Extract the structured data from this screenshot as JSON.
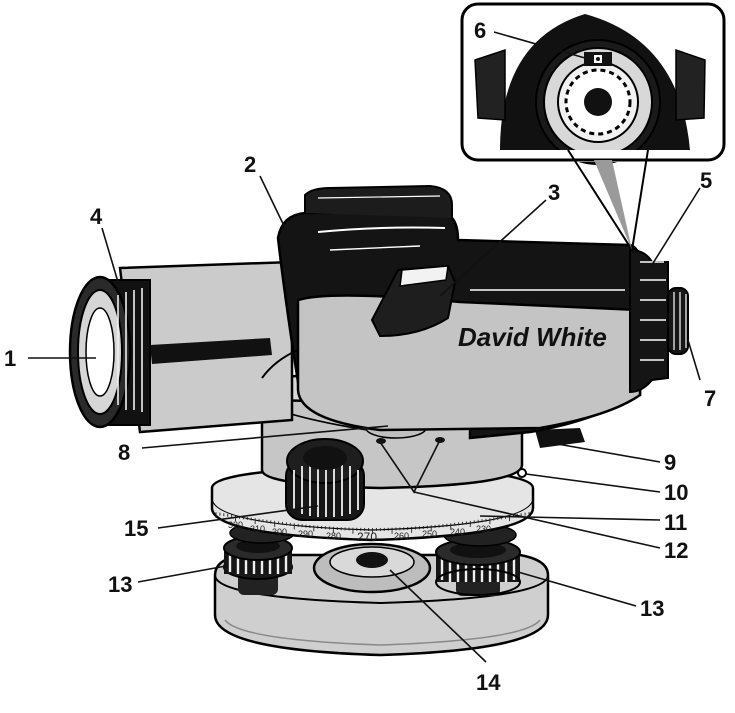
{
  "brand": "David White",
  "callouts": {
    "c1": "1",
    "c2": "2",
    "c3": "3",
    "c4": "4",
    "c5": "5",
    "c6": "6",
    "c7": "7",
    "c8": "8",
    "c9": "9",
    "c10": "10",
    "c11": "11",
    "c12": "12",
    "c13a": "13",
    "c13b": "13",
    "c14": "14",
    "c15": "15"
  },
  "scale_labels": {
    "s320": "320",
    "s310": "310",
    "s300": "300",
    "s290": "290",
    "s280": "280",
    "s270": "270",
    "s260": "260",
    "s250": "250",
    "s240": "240",
    "s230": "230"
  },
  "colors": {
    "body_black": "#111111",
    "body_gray": "#c8c8c8",
    "outline": "#000000"
  }
}
